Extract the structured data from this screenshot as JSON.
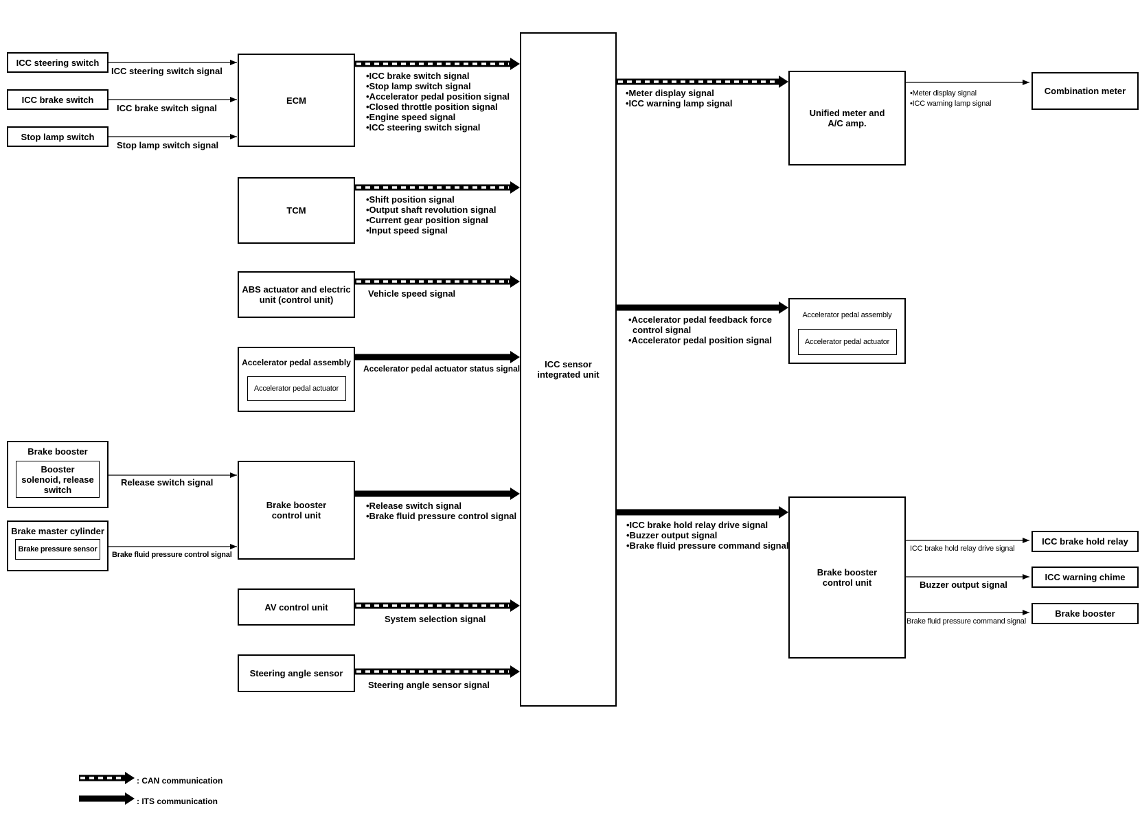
{
  "left_inputs": {
    "icc_steering_switch": "ICC steering switch",
    "icc_brake_switch": "ICC brake switch",
    "stop_lamp_switch": "Stop lamp switch",
    "brake_booster": "Brake booster",
    "booster_solenoid": "Booster solenoid, release switch",
    "brake_master_cylinder": "Brake master cylinder",
    "brake_pressure_sensor": "Brake pressure sensor"
  },
  "left_signals": {
    "icc_steering_switch_signal": "ICC steering switch signal",
    "icc_brake_switch_signal": "ICC brake switch signal",
    "stop_lamp_switch_signal": "Stop lamp switch signal",
    "release_switch_signal": "Release switch signal",
    "brake_fluid_pressure_control_signal": "Brake fluid pressure control signal"
  },
  "middle_units": {
    "ecm": "ECM",
    "tcm": "TCM",
    "abs": "ABS actuator and electric unit (control unit)",
    "accel_assembly": "Accelerator pedal assembly",
    "accel_actuator": "Accelerator pedal actuator",
    "brake_booster_cu": "Brake booster control unit",
    "av_control_unit": "AV control unit",
    "steering_angle_sensor": "Steering angle sensor"
  },
  "middle_signals": {
    "ecm": [
      "•ICC brake switch signal",
      "•Stop lamp switch signal",
      "•Accelerator pedal position signal",
      "•Closed throttle position signal",
      "•Engine speed signal",
      "•ICC steering switch signal"
    ],
    "tcm": [
      "•Shift position signal",
      "•Output shaft revolution signal",
      "•Current gear position signal",
      "•Input speed signal"
    ],
    "abs": "Vehicle speed signal",
    "accel": "Accelerator pedal actuator status signal",
    "brake_booster": [
      "•Release switch signal",
      "•Brake fluid pressure control signal"
    ],
    "av": "System selection signal",
    "steering": "Steering angle sensor signal"
  },
  "center_unit": "ICC sensor integrated unit",
  "right_units": {
    "unified_meter": "Unified meter and A/C amp.",
    "accel_assembly": "Accelerator pedal assembly",
    "accel_actuator": "Accelerator pedal actuator",
    "brake_booster_cu": "Brake booster control unit"
  },
  "right_signals": {
    "meter": [
      "•Meter display signal",
      "•ICC warning lamp signal"
    ],
    "accel": [
      "•Accelerator pedal feedback force",
      "control signal",
      "•Accelerator pedal position signal"
    ],
    "brake": [
      "•ICC brake hold relay drive signal",
      "•Buzzer output signal",
      "•Brake fluid pressure command signal"
    ]
  },
  "far_right": {
    "combination_meter": "Combination meter",
    "meter_signals": [
      "•Meter display signal",
      "•ICC warning lamp signal"
    ],
    "icc_brake_hold_relay": "ICC brake hold relay",
    "icc_warning_chime": "ICC warning chime",
    "brake_booster": "Brake booster",
    "icc_brake_hold_relay_drive_signal": "ICC brake hold relay drive signal",
    "buzzer_output_signal": "Buzzer output signal",
    "brake_fluid_pressure_command_signal": "Brake fluid pressure command signal"
  },
  "legend": {
    "can": ": CAN communication",
    "its": ": ITS communication"
  }
}
